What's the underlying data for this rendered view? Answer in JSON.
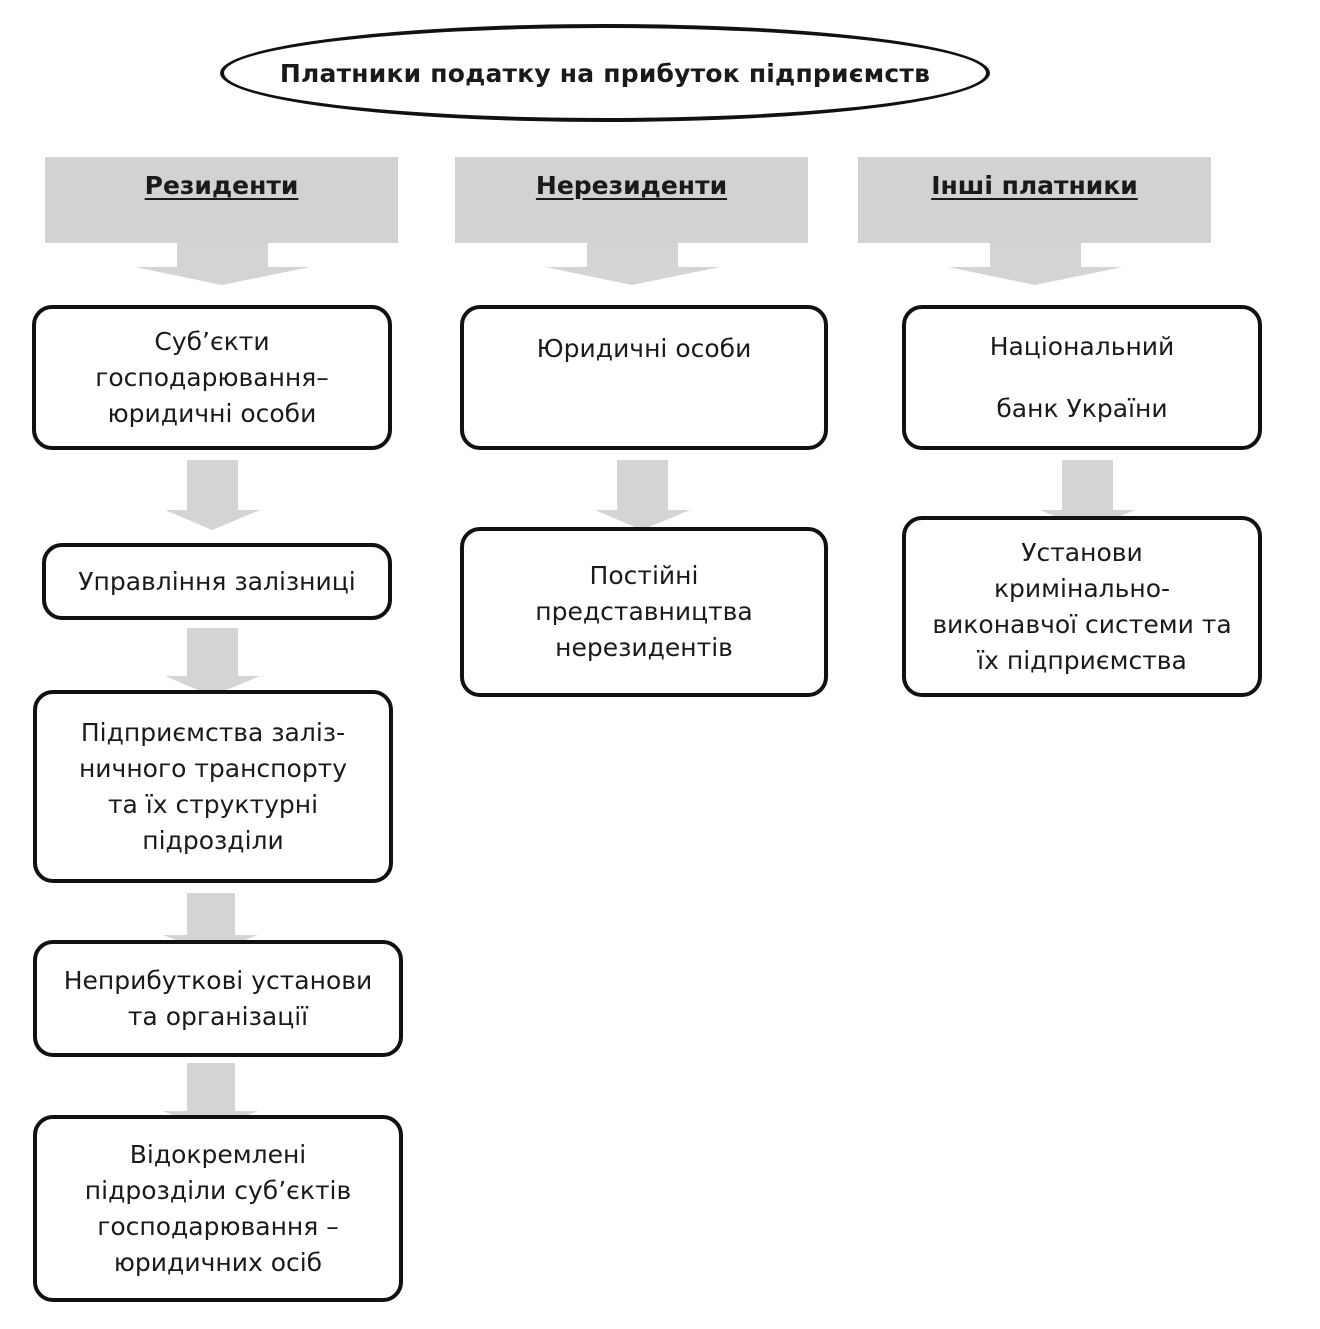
{
  "title": "Платники  податку на прибуток підприємств",
  "columns": [
    {
      "heading": "Резиденти",
      "items": [
        [
          "Суб’єкти",
          "господарювання–",
          "юридичні особи"
        ],
        [
          "Управління залізниці"
        ],
        [
          "Підприємства заліз-",
          "ничного транспорту",
          "та їх структурні",
          "підрозділи"
        ],
        [
          "Неприбуткові установи",
          "та організації"
        ],
        [
          "Відокремлені",
          "підрозділи суб’єктів",
          "господарювання –",
          "юридичних осіб"
        ]
      ]
    },
    {
      "heading": "Нерезиденти",
      "items": [
        [
          "Юридичні особи"
        ],
        [
          "Постійні",
          "представництва",
          "нерезидентів"
        ]
      ]
    },
    {
      "heading": "Інші платники",
      "items": [
        [
          "Національний",
          "",
          "банк України"
        ],
        [
          "Установи",
          "кримінально-",
          "виконавчої системи та",
          "їх підприємства"
        ]
      ]
    }
  ],
  "colors": {
    "header_fill": "#d2d2d2",
    "arrow_fill": "#d4d4d4",
    "border": "#111111"
  }
}
